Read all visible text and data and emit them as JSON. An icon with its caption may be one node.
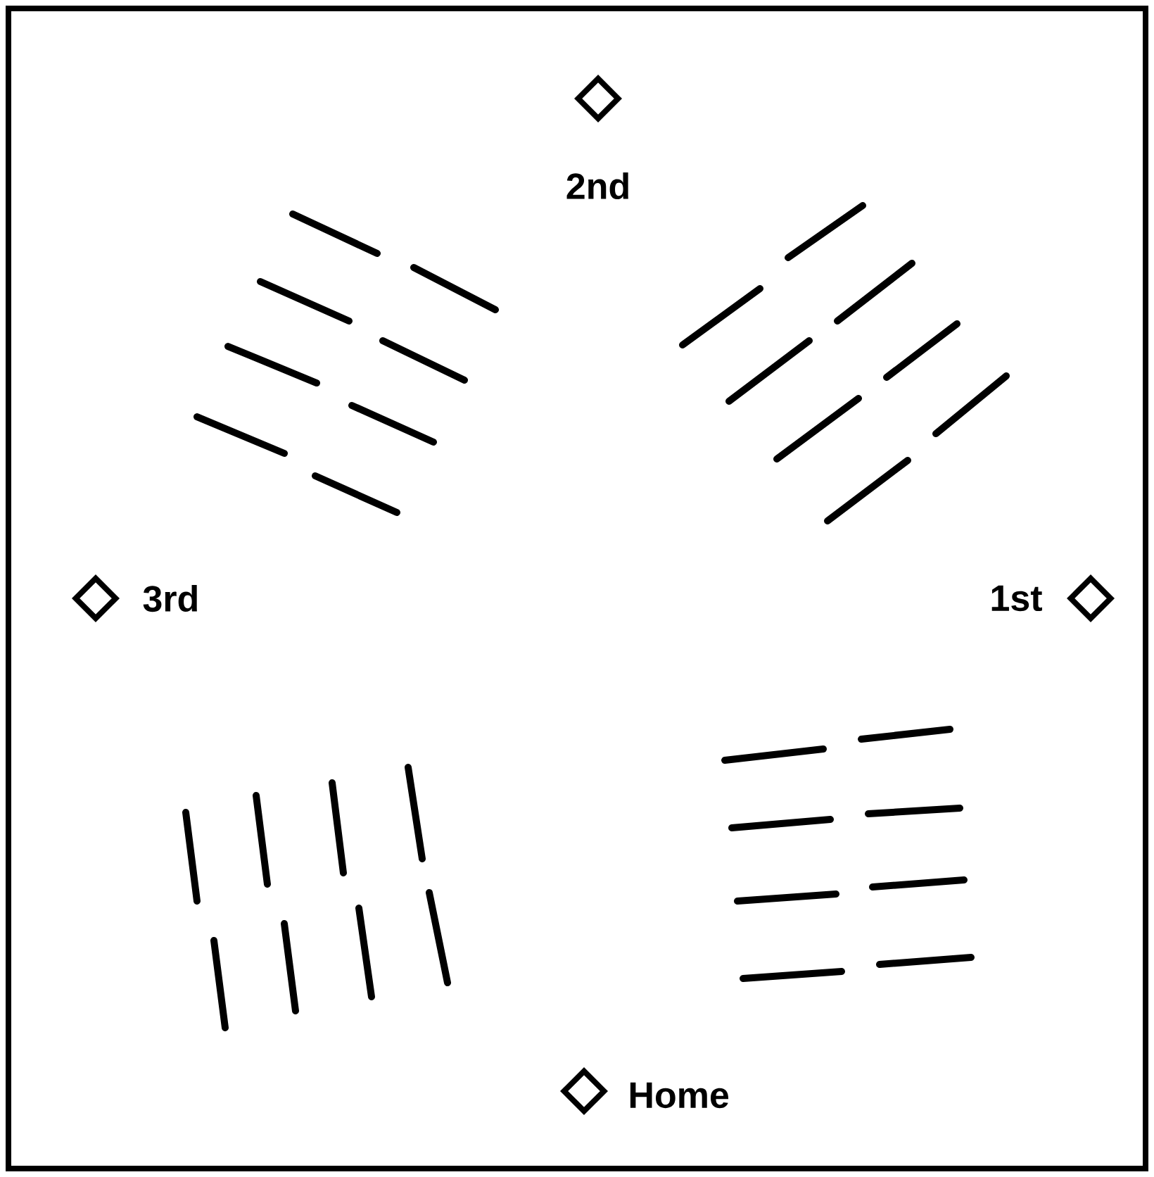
{
  "diagram": {
    "nodes": [
      {
        "text": [],
        "shape": "diamond",
        "beside": [
          "2nd"
        ]
      },
      {
        "text": [],
        "shape": "diamond",
        "beside": [
          "3rd"
        ]
      },
      {
        "text": [],
        "shape": "diamond",
        "beside": [
          "1st"
        ]
      },
      {
        "text": [],
        "shape": "diamond",
        "beside": [
          "Home"
        ]
      }
    ]
  }
}
